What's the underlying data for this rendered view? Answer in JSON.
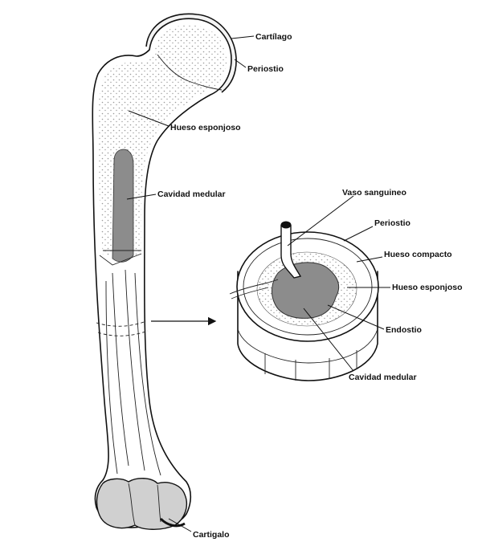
{
  "labels": {
    "cartilago_top": "Cartílago",
    "periostio_top": "Periostio",
    "hueso_esponjoso_femur": "Hueso esponjoso",
    "cavidad_medular_femur": "Cavidad medular",
    "vaso_sanguineo": "Vaso sanguineo",
    "periostio_section": "Periostio",
    "hueso_compacto": "Hueso compacto",
    "hueso_esponjoso_section": "Hueso esponjoso",
    "endostio": "Endostio",
    "cavidad_medular_section": "Cavidad medular",
    "cartilago_bottom": "Cartigalo"
  },
  "colors": {
    "outline": "#111111",
    "marrow_fill": "#8c8c8c",
    "cartilage_fill": "#d0d0d0",
    "background": "#ffffff"
  }
}
